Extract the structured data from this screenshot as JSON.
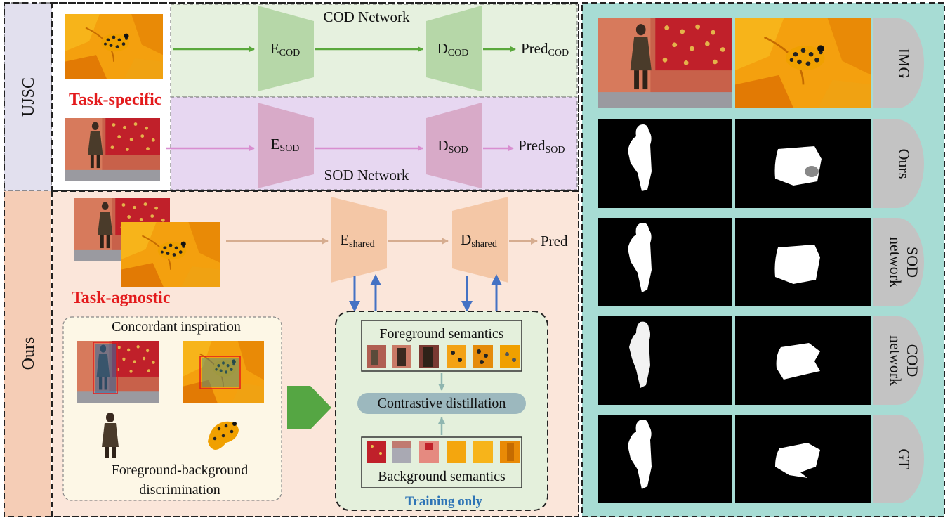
{
  "left": {
    "ujsc_label": "UJSC",
    "ours_label": "Ours",
    "cod_network_title": "COD Network",
    "sod_network_title": "SOD Network",
    "e_cod": {
      "base": "E",
      "sub": "COD"
    },
    "d_cod": {
      "base": "D",
      "sub": "COD"
    },
    "pred_cod": {
      "base": "Pred",
      "sub": "COD"
    },
    "e_sod": {
      "base": "E",
      "sub": "SOD"
    },
    "d_sod": {
      "base": "D",
      "sub": "SOD"
    },
    "pred_sod": {
      "base": "Pred",
      "sub": "SOD"
    },
    "task_specific": "Task-specific",
    "e_shared": {
      "base": "E",
      "sub": "shared"
    },
    "d_shared": {
      "base": "D",
      "sub": "shared"
    },
    "pred": "Pred",
    "task_agnostic": "Task-agnostic",
    "concordant_inspiration": "Concordant inspiration",
    "fg_bg_line1": "Foreground-background",
    "fg_bg_line2": "discrimination",
    "foreground_semantics": "Foreground semantics",
    "contrastive_distillation": "Contrastive distillation",
    "background_semantics": "Background semantics",
    "training_only": "Training only"
  },
  "right": {
    "row_labels": [
      {
        "lines": [
          "IMG"
        ]
      },
      {
        "lines": [
          "Ours"
        ]
      },
      {
        "lines": [
          "SOD",
          "network"
        ]
      },
      {
        "lines": [
          "COD",
          "network"
        ]
      },
      {
        "lines": [
          "GT"
        ]
      }
    ]
  },
  "colors": {
    "ujsc_bg": "#e2e0ee",
    "ours_bg": "#f5cdb6",
    "cod_bg": "#e6f1df",
    "sod_bg": "#e7d7f1",
    "ours_panel_bg": "#fbe6da",
    "right_bg": "#a7dcd4",
    "cod_block": "#b6d7a8",
    "sod_block": "#d8aac8",
    "shared_block": "#f4c7a6",
    "cod_arrow": "#5aa83c",
    "sod_arrow": "#d88ed0",
    "shared_arrow": "#d6ad90",
    "blue_arrow": "#4472c4",
    "task_red": "#e31a1c",
    "training_blue": "#2e75b6",
    "contrast_pill": "#9cb8be"
  },
  "icons": [
    "woman-photo",
    "frog-photo",
    "mask-silhouette",
    "green-triangle-arrow"
  ]
}
